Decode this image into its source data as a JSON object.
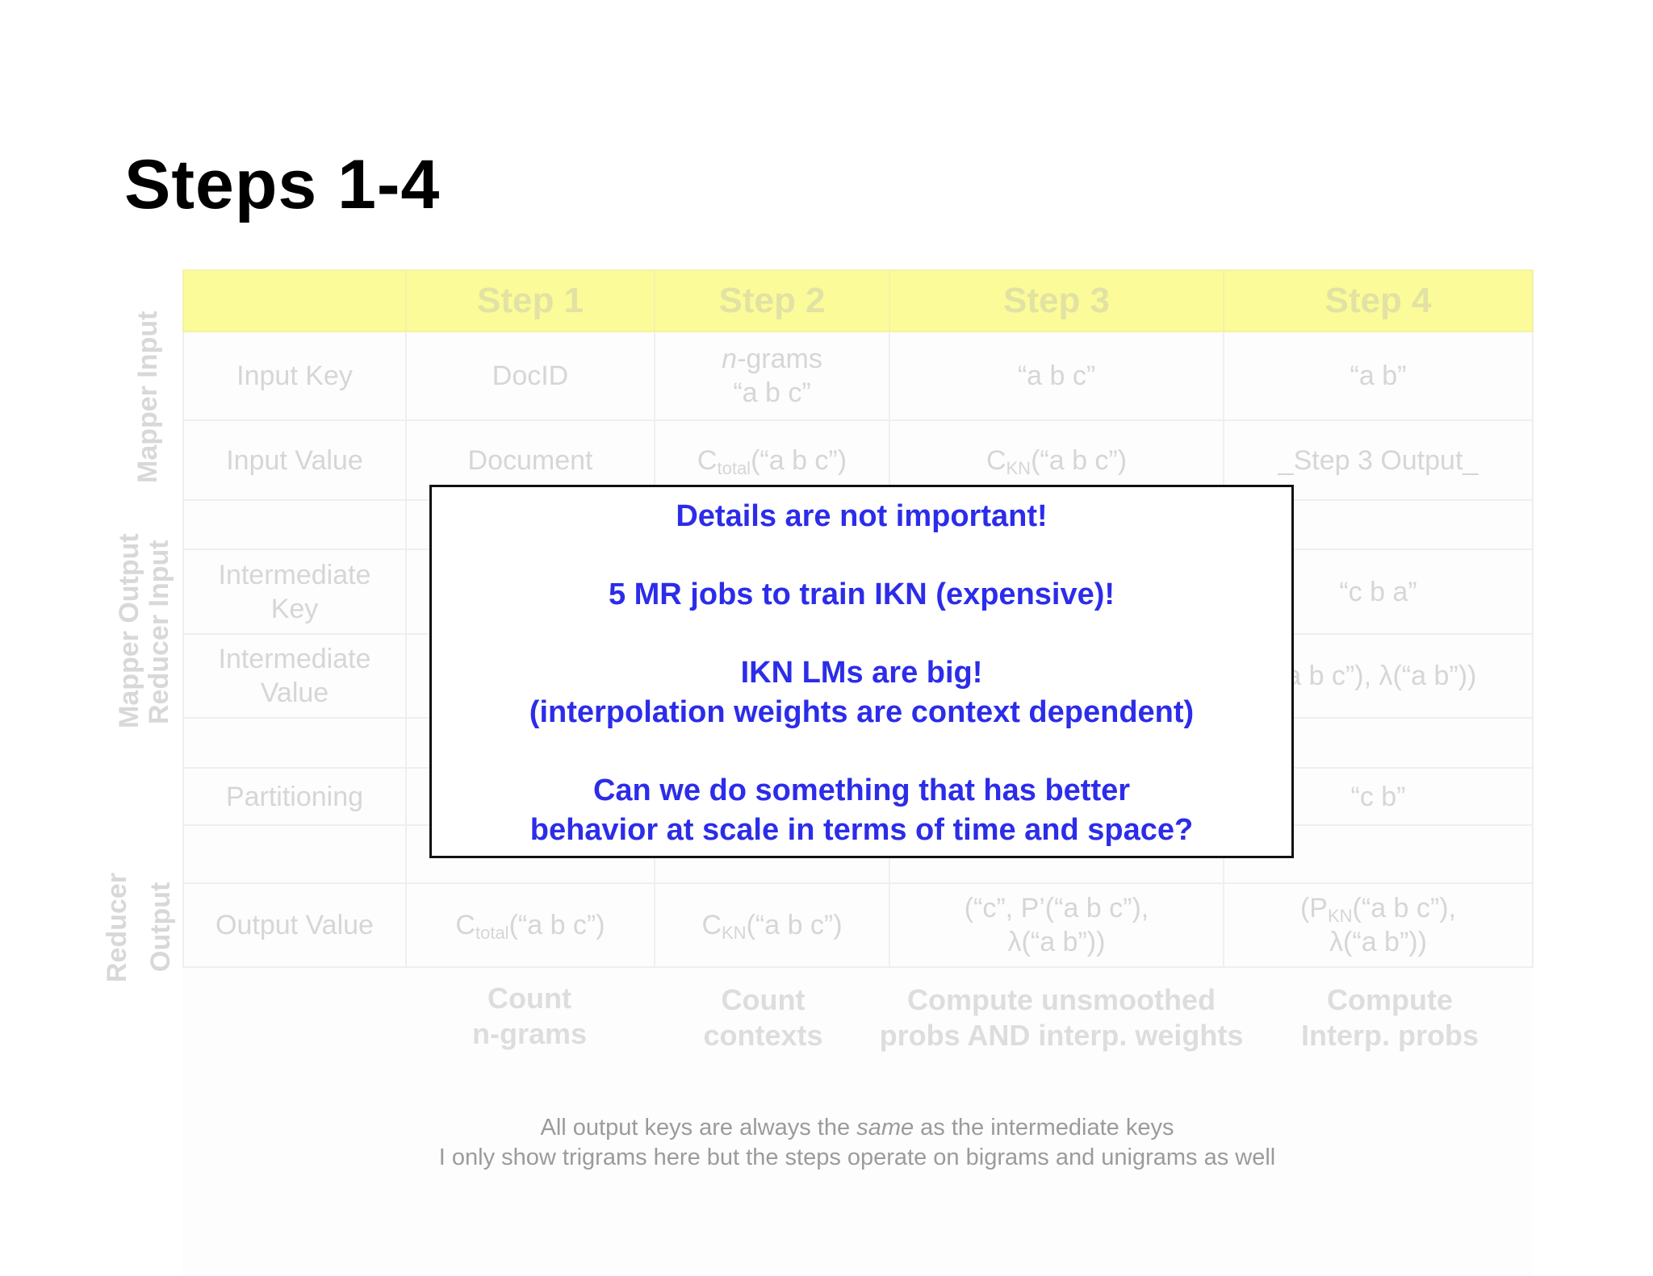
{
  "slide": {
    "title": "Steps 1-4"
  },
  "table": {
    "headers": [
      "",
      "Step 1",
      "Step 2",
      "Step 3",
      "Step 4"
    ],
    "rows": {
      "input_key": {
        "label": "Input Key",
        "step1": "DocID",
        "step2_line1_italic": "n",
        "step2_line1_rest": "-grams",
        "step2_line2": "“a b c”",
        "step3": "“a b c”",
        "step4": "“a b”"
      },
      "input_value": {
        "label": "Input Value",
        "step1": "Document",
        "step2_c": "C",
        "step2_sub": "total",
        "step2_arg": "(“a b c”)",
        "step3_c": "C",
        "step3_sub": "KN",
        "step3_arg": "(“a b c”)",
        "step4": "_Step 3 Output_"
      },
      "intermediate_key": {
        "label_line1": "Intermediate",
        "label_line2": "Key",
        "step4": "“c b a”"
      },
      "intermediate_value": {
        "label_line1": "Intermediate",
        "label_line2": "Value",
        "step4_visible": "‘a b c”), λ(“a b”))"
      },
      "partitioning": {
        "label": "Partitioning",
        "step4": "“c b”"
      },
      "output_value": {
        "label": "Output Value",
        "step1_c": "C",
        "step1_sub": "total",
        "step1_arg": "(“a b c”)",
        "step2_c": "C",
        "step2_sub": "KN",
        "step2_arg": "(“a b c”)",
        "step3_line1": "(“c”, P’(“a b c”),",
        "step3_line2": "λ(“a b”))",
        "step4_line1_a": "(P",
        "step4_line1_sub": "KN",
        "step4_line1_b": "(“a b c”),",
        "step4_line2": "λ(“a b”))"
      }
    }
  },
  "side_labels": {
    "mapper_input": "Mapper Input",
    "mapper_output": "Mapper Output",
    "reducer_input": "Reducer Input",
    "reducer": "Reducer",
    "output": "Output"
  },
  "step_descriptions": [
    {
      "line1": "Count",
      "line2": "n-grams"
    },
    {
      "line1": "Count",
      "line2": "contexts"
    },
    {
      "line1": "Compute unsmoothed",
      "line2": "probs AND interp. weights"
    },
    {
      "line1": "Compute",
      "line2": "Interp. probs"
    }
  ],
  "notes": {
    "line1_a": "All output keys are always the ",
    "line1_em": "same",
    "line1_b": " as the intermediate keys",
    "line2": "I only show trigrams here but the steps operate on bigrams and unigrams as well"
  },
  "overlay": {
    "line1": "Details are not important!",
    "line2": "5 MR jobs to train IKN (expensive)!",
    "line3": "IKN LMs are big!",
    "line4": "(interpolation weights are context dependent)",
    "line5": "Can we do something that has better",
    "line6": "behavior at scale in terms of time and space?"
  },
  "colors": {
    "overlay_text": "#2c2cea",
    "header_fill": "#fbfb9a",
    "faded_text": "#d6d6d6",
    "title": "#000000"
  }
}
